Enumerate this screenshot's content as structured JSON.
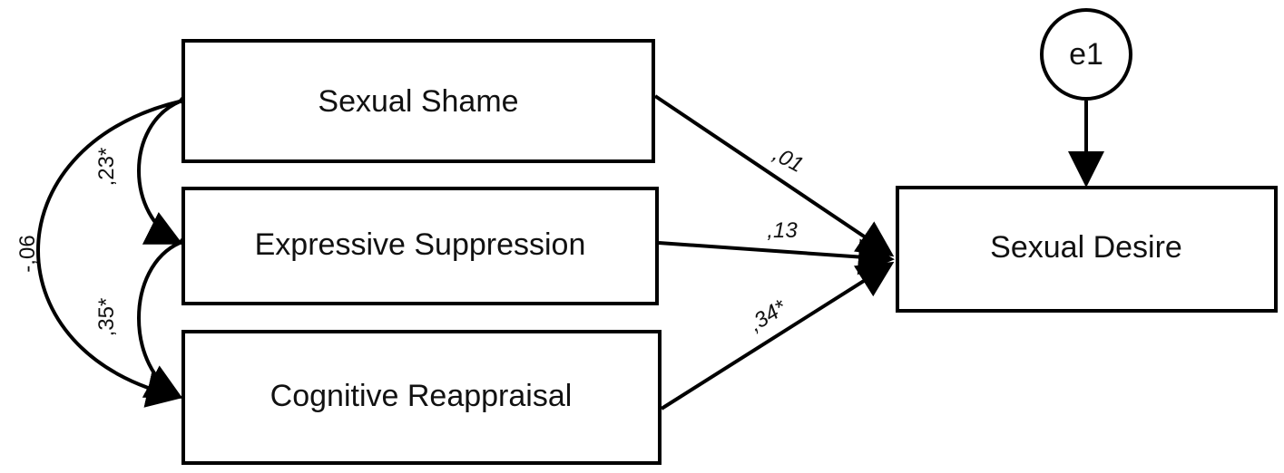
{
  "nodes": {
    "sexual_shame": "Sexual Shame",
    "expressive_suppression": "Expressive Suppression",
    "cognitive_reappraisal": "Cognitive Reappraisal",
    "sexual_desire": "Sexual Desire",
    "error_term": "e1"
  },
  "paths": {
    "shame_to_desire": ",01",
    "suppression_to_desire": ",13",
    "reappraisal_to_desire": ",34*"
  },
  "correlations": {
    "shame_suppression": ",23*",
    "suppression_reappraisal": ",35*",
    "shame_reappraisal": "-,06"
  },
  "colors": {
    "line": "#000000",
    "background": "#ffffff"
  }
}
